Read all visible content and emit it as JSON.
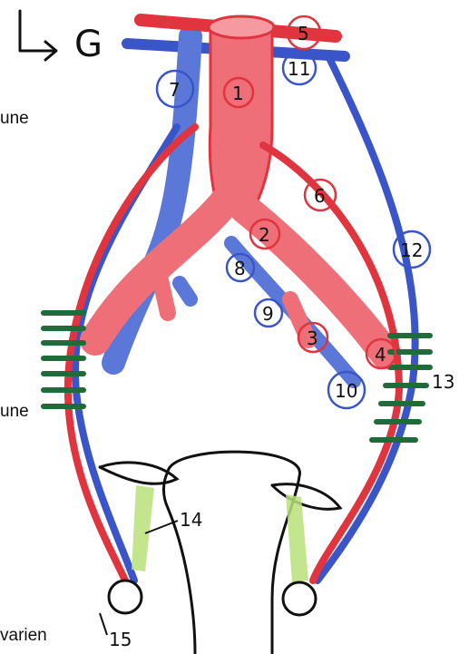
{
  "header": {
    "mark": "L→G"
  },
  "labels": {
    "left_top": "une",
    "left_mid": "une",
    "left_bottom": "varien",
    "n1": "1",
    "n2": "2",
    "n3": "3",
    "n4": "4",
    "n5": "5",
    "n6": "6",
    "n7": "7",
    "n8": "8",
    "n9": "9",
    "n10": "10",
    "n11": "11",
    "n12": "12",
    "n13": "13",
    "n14": "14",
    "n15": "15"
  },
  "colors": {
    "artery": "#e0343f",
    "artery_fill": "#ee6f78",
    "vein": "#3a55c8",
    "vein_fill": "#5b78d8",
    "ligament": "#b8e07a",
    "band": "#1f6b3a",
    "ink": "#111111"
  },
  "icons": {
    "header_arrow": "right-arrow-icon"
  }
}
